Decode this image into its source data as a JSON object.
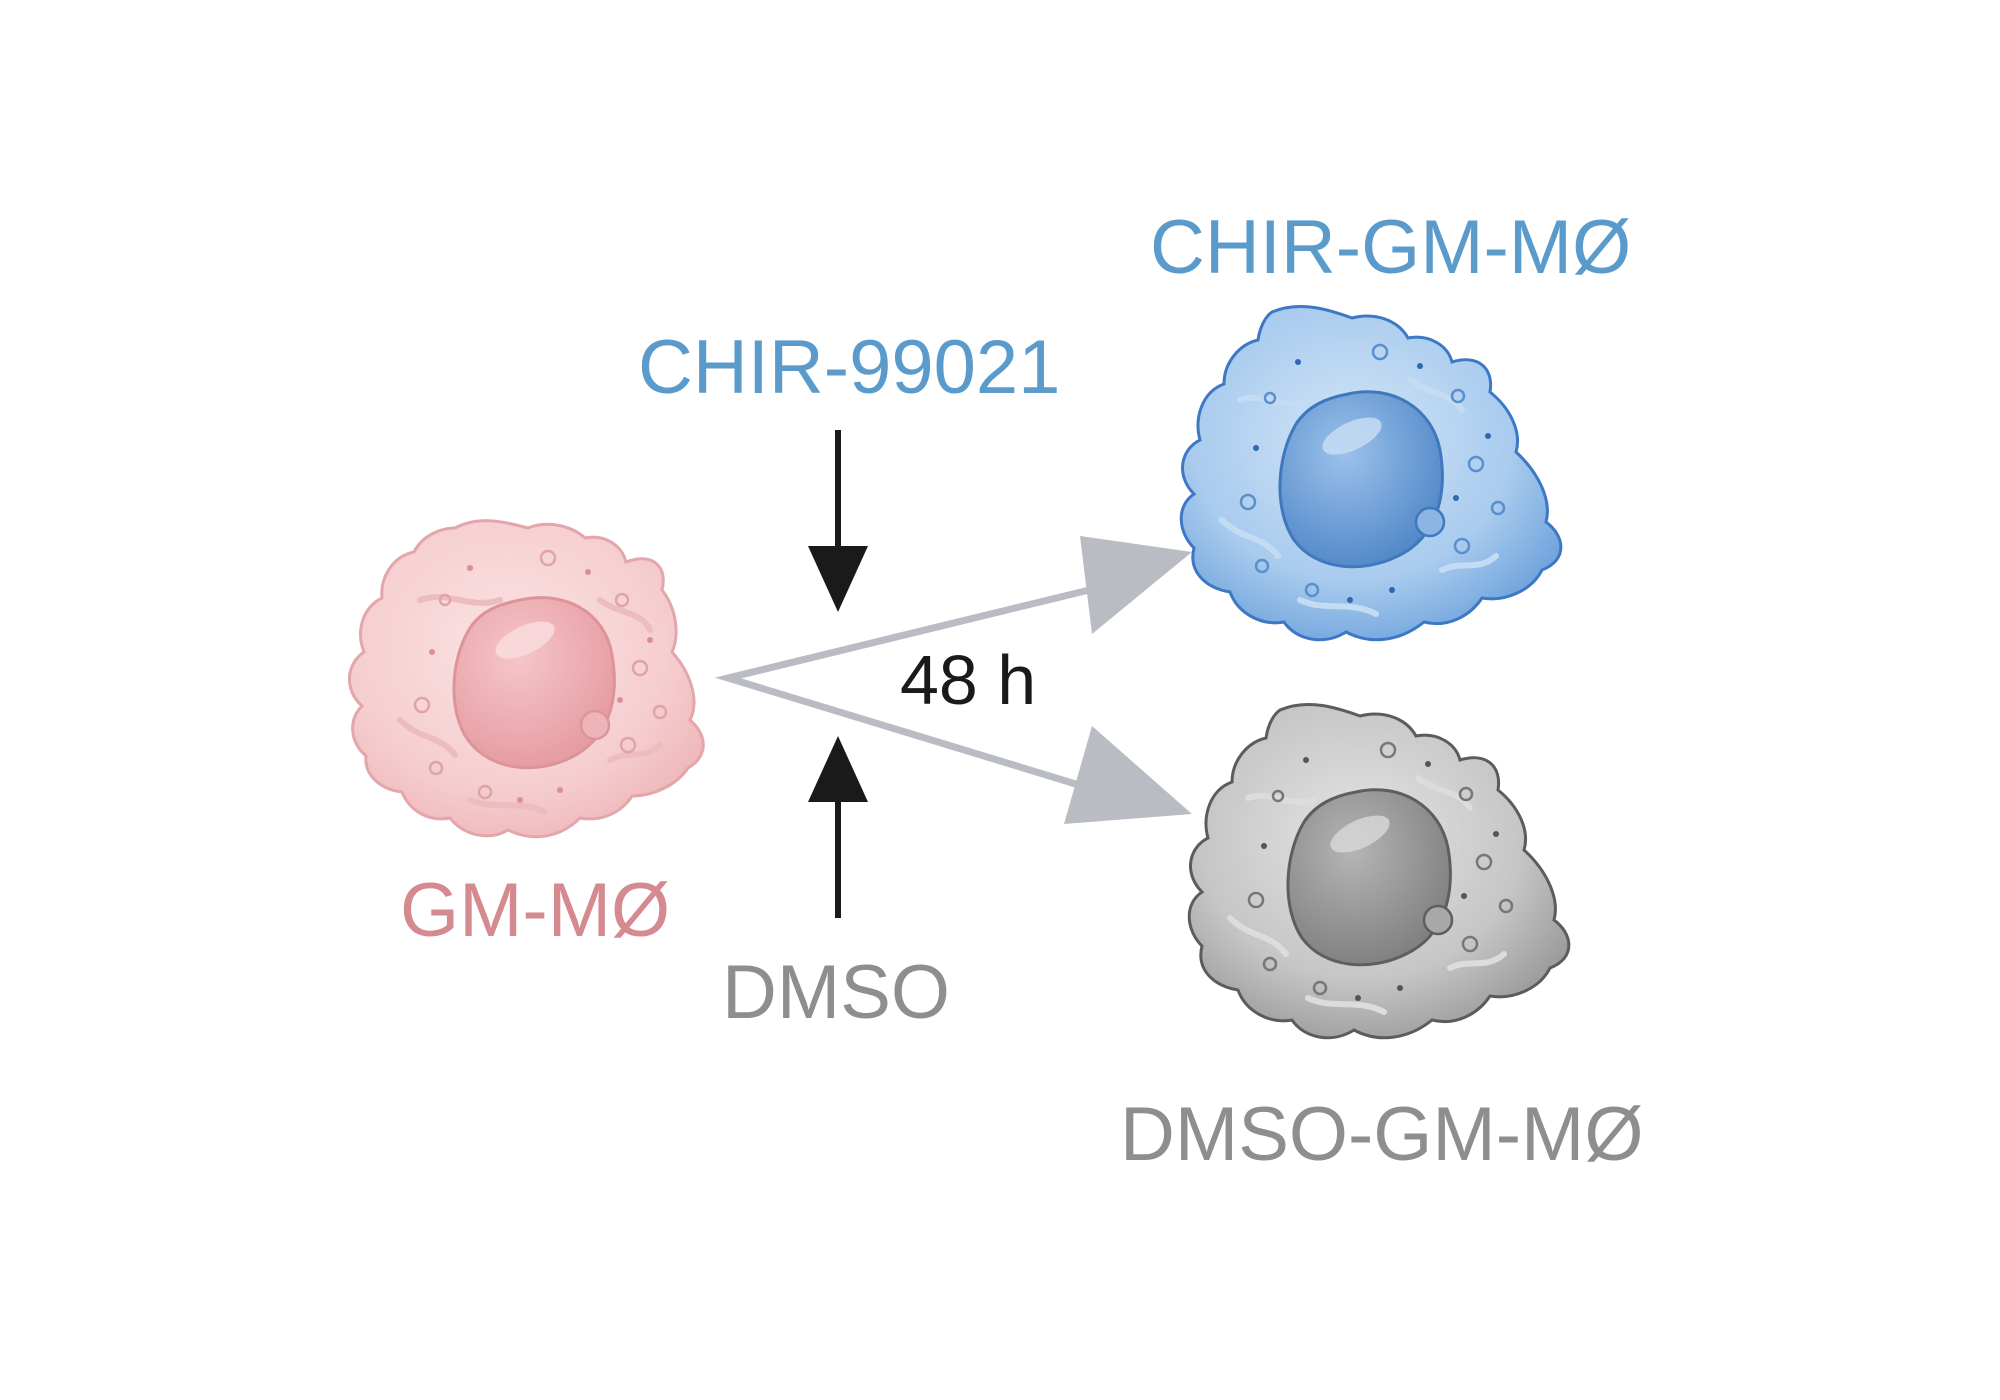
{
  "labels": {
    "start_cell": "GM-MØ",
    "treatment_top": "CHIR-99021",
    "treatment_bottom": "DMSO",
    "duration": "48 h",
    "result_top": "CHIR-GM-MØ",
    "result_bottom": "DMSO-GM-MØ"
  },
  "colors": {
    "blue_text": "#5b9bcb",
    "pink_text": "#d48a8e",
    "gray_text": "#8e8e8e",
    "black_text": "#1a1a1a",
    "arrow_gray": "#b9bcc3",
    "arrow_black": "#1a1a1a",
    "pink_cell": "#f4c7c9",
    "blue_cell": "#7fb0e0",
    "gray_cell": "#b5b5b5"
  },
  "icons": {
    "start_cell": "macrophage-cell-icon",
    "result_top_cell": "macrophage-cell-icon",
    "result_bottom_cell": "macrophage-cell-icon"
  }
}
